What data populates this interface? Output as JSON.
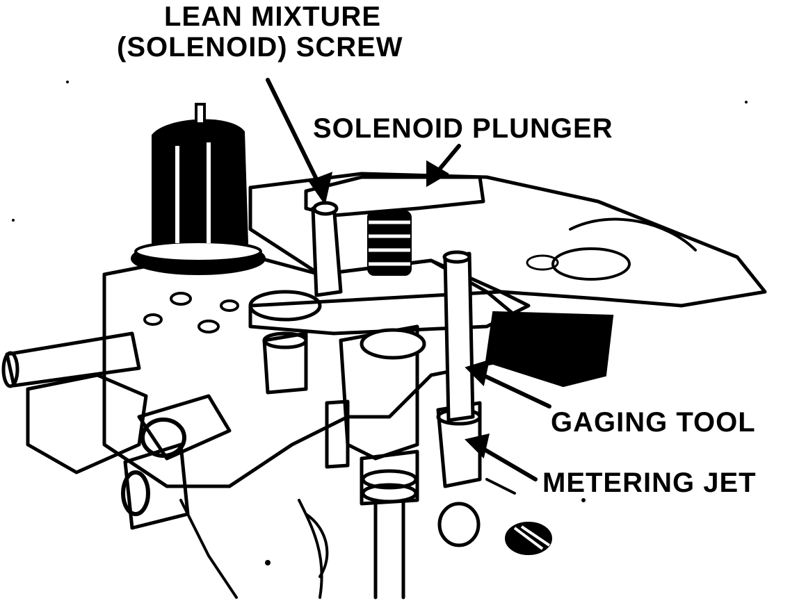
{
  "diagram": {
    "labels": {
      "lean_mixture_line1": "LEAN MIXTURE",
      "lean_mixture_line2": "(SOLENOID) SCREW",
      "solenoid_plunger": "SOLENOID PLUNGER",
      "gaging_tool": "GAGING TOOL",
      "metering_jet": "METERING JET"
    },
    "colors": {
      "ink": "#000000",
      "paper": "#ffffff"
    }
  }
}
